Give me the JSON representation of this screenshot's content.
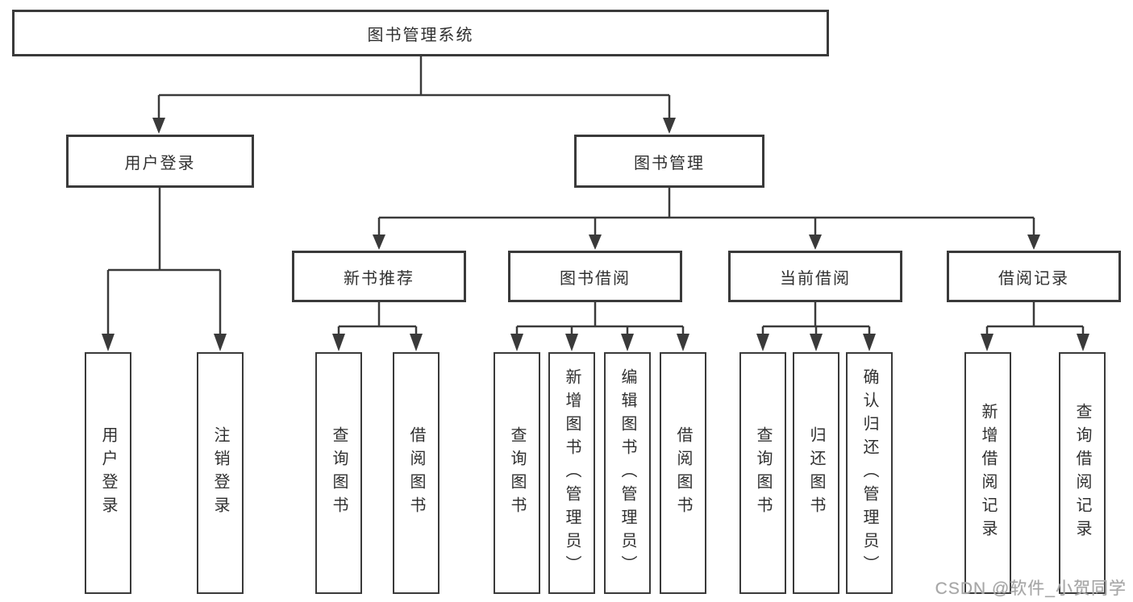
{
  "diagram": {
    "root": "图书管理系统",
    "level2": {
      "user_login": "用户登录",
      "book_mgmt": "图书管理"
    },
    "level3": {
      "new_books": "新书推荐",
      "book_borrow": "图书借阅",
      "current_borrow": "当前借阅",
      "borrow_records": "借阅记录"
    },
    "leaves": {
      "user_login": [
        "用户登录",
        "注销登录"
      ],
      "new_books": [
        "查询图书",
        "借阅图书"
      ],
      "book_borrow": [
        "查询图书",
        "新增图书（管理员）",
        "编辑图书（管理员）",
        "借阅图书"
      ],
      "current_borrow": [
        "查询图书",
        "归还图书",
        "确认归还（管理员）"
      ],
      "borrow_records": [
        "新增借阅记录",
        "查询借阅记录"
      ]
    }
  },
  "watermark": "CSDN @软件_小贺同学",
  "colors": {
    "line": "#3a3a3a",
    "text": "#303030",
    "box_background": "#ffffff",
    "watermark": "#a6a6a6"
  }
}
